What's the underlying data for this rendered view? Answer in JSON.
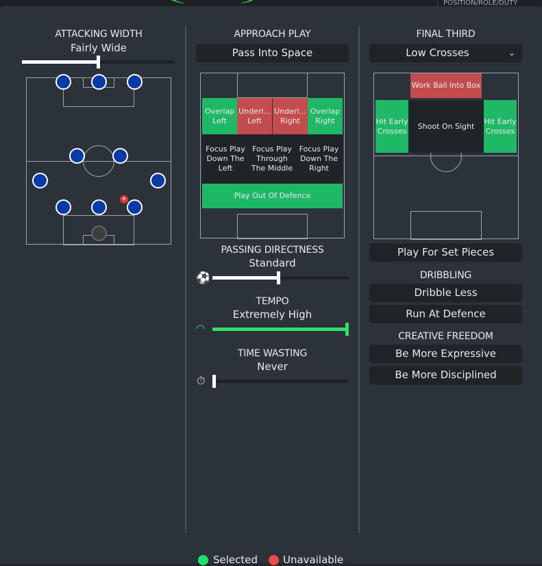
{
  "header": {
    "position_role_duty": "POSITION/ROLE/DUTY"
  },
  "attacking_width": {
    "title": "ATTACKING WIDTH",
    "value": "Fairly Wide",
    "level": 0.5
  },
  "approach_play": {
    "title": "APPROACH PLAY",
    "selected": "Pass Into Space",
    "zones": {
      "overlap_left": "Overlap Left",
      "underlap_left": "Underl... Left",
      "underlap_right": "Underl... Right",
      "overlap_right": "Overlap Right",
      "focus_left": "Focus Play Down The Left",
      "focus_middle": "Focus Play Through The Middle",
      "focus_right": "Focus Play Down The Right",
      "play_out": "Play Out Of Defence"
    }
  },
  "passing_directness": {
    "title": "PASSING DIRECTNESS",
    "value": "Standard",
    "level": 0.5
  },
  "tempo": {
    "title": "TEMPO",
    "value": "Extremely High",
    "level": 1.0
  },
  "time_wasting": {
    "title": "TIME WASTING",
    "value": "Never",
    "level": 0.0
  },
  "final_third": {
    "title": "FINAL THIRD",
    "selected": "Low Crosses",
    "zones": {
      "work_ball": "Work Ball Into Box",
      "early_left": "Hit Early Crosses",
      "shoot": "Shoot On Sight",
      "early_right": "Hit Early Crosses"
    },
    "set_pieces": "Play For Set Pieces"
  },
  "dribbling": {
    "title": "DRIBBLING",
    "options": [
      "Dribble Less",
      "Run At Defence"
    ]
  },
  "creative_freedom": {
    "title": "CREATIVE FREEDOM",
    "options": [
      "Be More Expressive",
      "Be More Disciplined"
    ]
  },
  "legend": {
    "selected": "Selected",
    "unavailable": "Unavailable",
    "selected_color": "#1fe06a",
    "unavailable_color": "#f04848"
  }
}
